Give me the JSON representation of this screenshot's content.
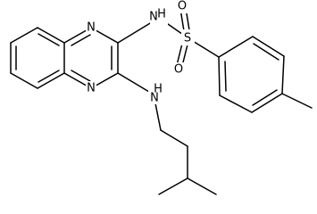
{
  "molecule": {
    "atoms": {
      "n_ring_top": "N",
      "n_ring_bottom": "N",
      "nh_sulfonamide": "N",
      "h_sulfonamide": "H",
      "s_sulfonyl": "S",
      "o_upper": "O",
      "o_lower": "O",
      "nh_amine": "N",
      "h_amine": "H"
    },
    "colors": {
      "bond": "#000000",
      "label": "#000000",
      "background": "#ffffff"
    }
  }
}
